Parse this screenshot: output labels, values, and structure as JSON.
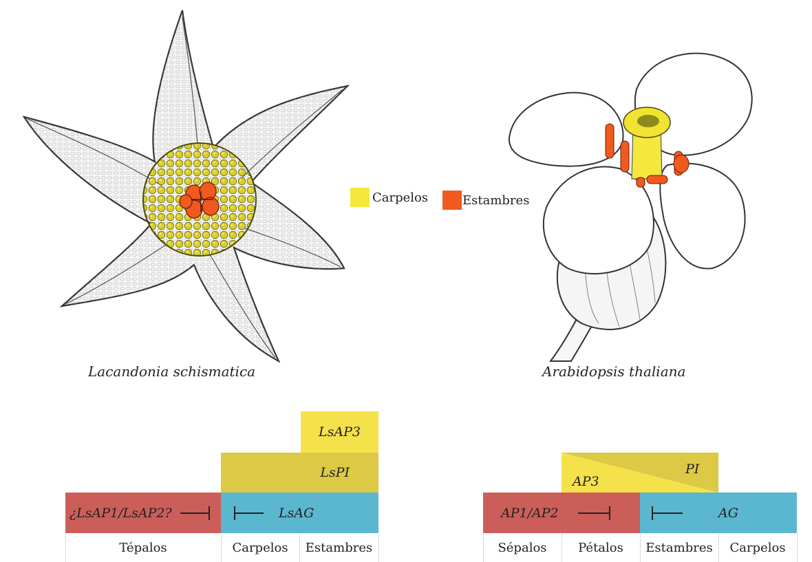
{
  "legend": {
    "carpels_label": "Carpelos",
    "carpels_color": "#f5e83c",
    "stamens_label": "Estambres",
    "stamens_color": "#f05a1e"
  },
  "species": {
    "left": "Lacandonia schismatica",
    "right": "Arabidopsis thaliana"
  },
  "left_model": {
    "genes": {
      "lsap3": "LsAP3",
      "lspi": "LsPI",
      "lsap1_ap2": "¿LsAP1/LsAP2?",
      "lsag": "LsAG"
    },
    "regions": [
      "Tépalos",
      "Carpelos",
      "Estambres"
    ]
  },
  "right_model": {
    "genes": {
      "ap3": "AP3",
      "pi": "PI",
      "ap1_ap2": "AP1/AP2",
      "ag": "AG"
    },
    "regions": [
      "Sépalos",
      "Pétalos",
      "Estambres",
      "Carpelos"
    ]
  },
  "colors": {
    "class_a": "#cc5e5a",
    "class_b_light": "#f5e14a",
    "class_b_dark": "#dcc946",
    "class_c": "#5bb6cf"
  }
}
